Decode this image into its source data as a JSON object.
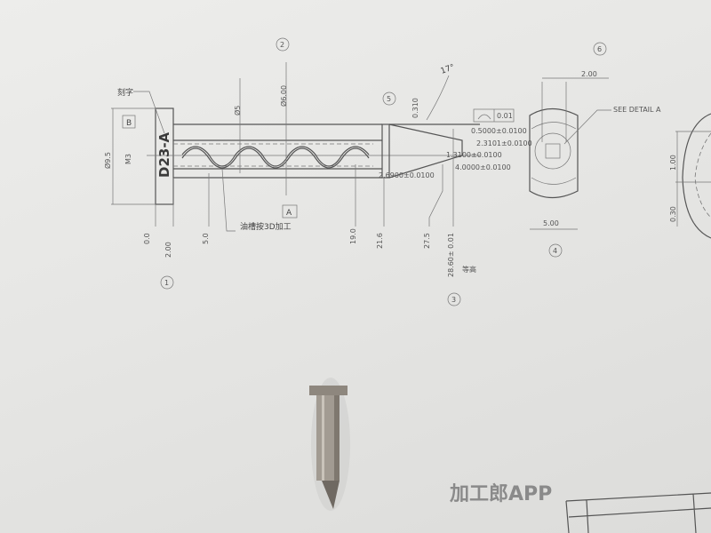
{
  "drawing": {
    "engraving_note": "刻字",
    "part_mark": "D23-A",
    "datum_b": "B",
    "datum_a": "A",
    "dia_small": "Ø5",
    "dia_main": "Ø6.00",
    "dia_left": "Ø9.5",
    "thread": "M3",
    "angle": "17°",
    "tip_dim": "0.310",
    "profile_tol": "0.01",
    "dims_right": [
      "0.5000±0.0100",
      "2.3101±0.0100",
      "1.3100±0.0100",
      "4.0000±0.0100"
    ],
    "dim_lower": "2.6900±0.0100",
    "groove_note": "油槽按3D加工",
    "x_positions": [
      "0.0",
      "2.00",
      "5.0",
      "19.0",
      "21.6",
      "27.5",
      "28.60± 0.01"
    ],
    "equal_height": "等高",
    "circled": [
      "1",
      "2",
      "3",
      "4",
      "5",
      "6"
    ],
    "see_detail": "SEE DETAIL  A",
    "end_view_top": "2.00",
    "end_view_width": "5.00",
    "detail_dims": [
      "1.00",
      "0.30"
    ]
  },
  "watermark": "加工郎APP"
}
